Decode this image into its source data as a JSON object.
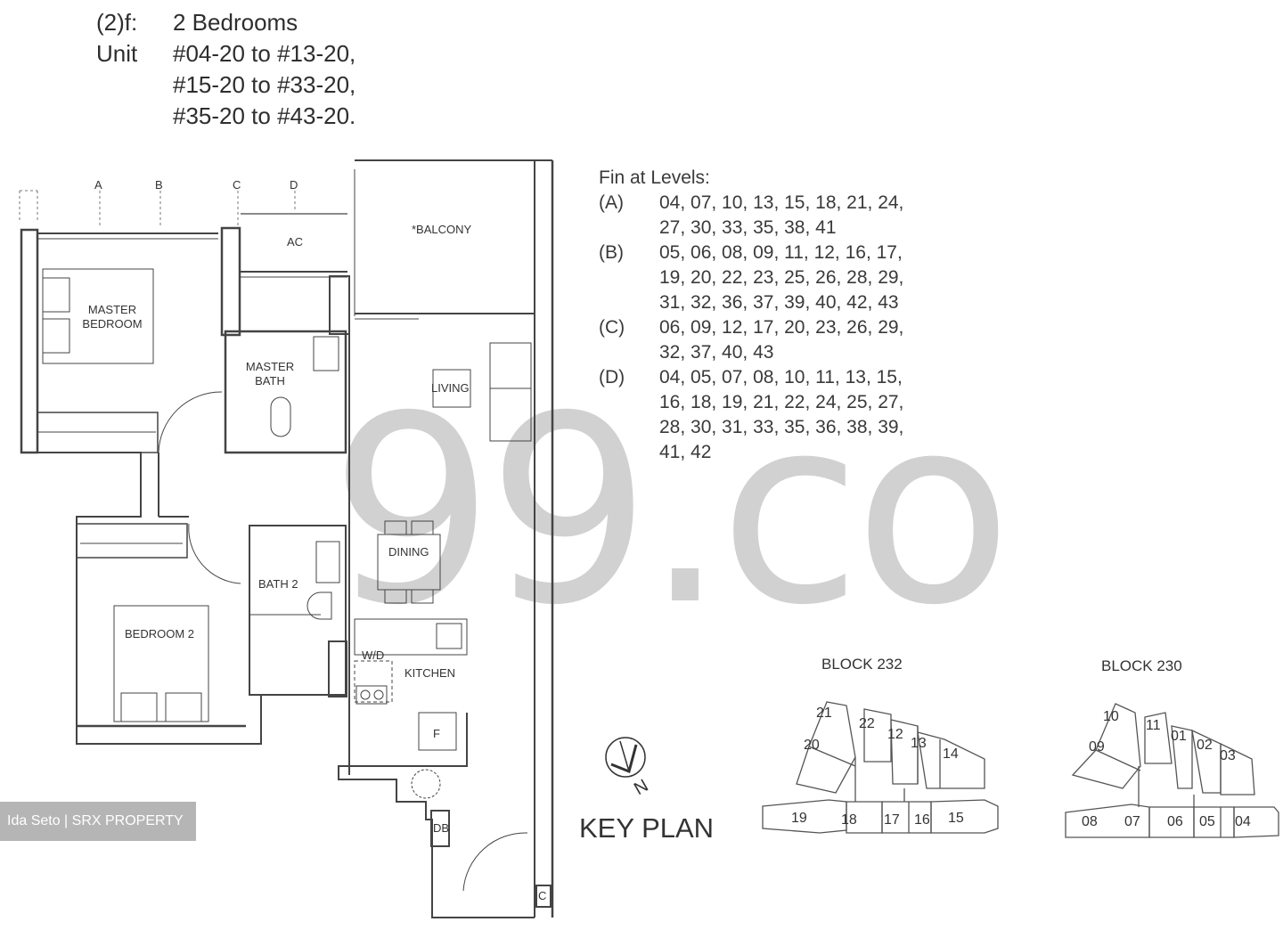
{
  "header": {
    "type_code": "(2)f:",
    "type_desc": "2 Bedrooms",
    "unit_label": "Unit",
    "unit_ranges": [
      "#04-20 to #13-20,",
      "#15-20 to #33-20,",
      "#35-20 to #43-20."
    ]
  },
  "fin_levels": {
    "title": "Fin at Levels:",
    "groups": [
      {
        "label": "(A)",
        "lines": [
          "04, 07, 10, 13, 15, 18, 21, 24,",
          "27, 30, 33, 35, 38, 41"
        ]
      },
      {
        "label": "(B)",
        "lines": [
          "05, 06, 08, 09, 11, 12, 16, 17,",
          "19, 20, 22, 23, 25, 26, 28, 29,",
          "31, 32, 36, 37, 39, 40, 42, 43"
        ]
      },
      {
        "label": "(C)",
        "lines": [
          "06, 09, 12, 17, 20, 23, 26, 29,",
          "32, 37, 40, 43"
        ]
      },
      {
        "label": "(D)",
        "lines": [
          "04, 05, 07, 08, 10, 11, 13, 15,",
          "16, 18, 19, 21, 22, 24, 25, 27,",
          "28, 30, 31, 33, 35, 36, 38, 39,",
          "41, 42"
        ]
      }
    ]
  },
  "floor_plan": {
    "fin_markers": [
      "A",
      "B",
      "C",
      "D"
    ],
    "rooms": {
      "master_bedroom": "MASTER\nBEDROOM",
      "master_bath": "MASTER\nBATH",
      "ac": "AC",
      "balcony": "*BALCONY",
      "living": "LIVING",
      "dining": "DINING",
      "bath2": "BATH 2",
      "bedroom2": "BEDROOM 2",
      "wd": "W/D",
      "kitchen": "KITCHEN",
      "fridge": "F",
      "db": "DB",
      "c": "C"
    }
  },
  "key_plan": {
    "title": "KEY PLAN",
    "north_label": "N",
    "block232": {
      "title": "BLOCK 232",
      "units": [
        "21",
        "20",
        "22",
        "12",
        "13",
        "14",
        "19",
        "18",
        "17",
        "16",
        "15"
      ]
    },
    "block230": {
      "title": "BLOCK 230",
      "units": [
        "10",
        "09",
        "11",
        "01",
        "02",
        "03",
        "08",
        "07",
        "06",
        "05",
        "04"
      ]
    }
  },
  "watermark": "99.co",
  "credit": "Ida Seto | SRX PROPERTY"
}
